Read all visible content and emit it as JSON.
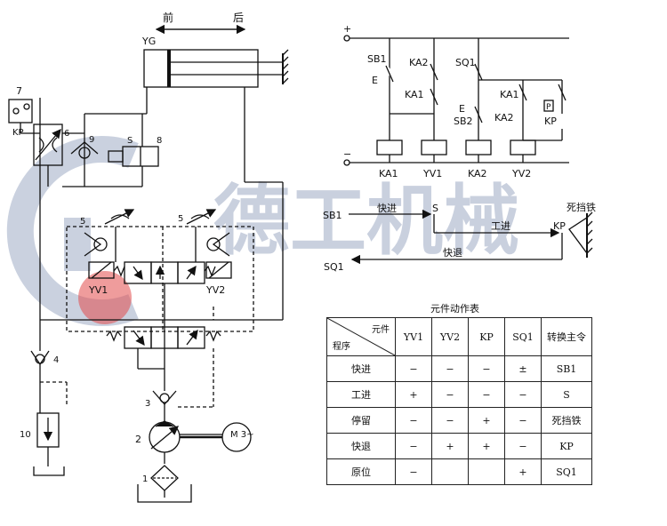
{
  "hydraulic": {
    "dir_front": "前",
    "dir_back": "后",
    "cylinder": "YG",
    "n7": "7",
    "kp": "KP",
    "n6": "6",
    "n9": "9",
    "n8": "8",
    "s": "S",
    "n5a": "5",
    "n5b": "5",
    "yv1": "YV1",
    "yv2": "YV2",
    "n4": "4",
    "n3": "3",
    "n2": "2",
    "n10": "10",
    "n1": "1",
    "motor": "M\n3~"
  },
  "circuit": {
    "plus": "+",
    "minus": "−",
    "sb1": "SB1",
    "ka2_top": "KA2",
    "sq1": "SQ1",
    "ka1_mid": "KA1",
    "e1": "E",
    "e2": "E",
    "sb2": "SB2",
    "ka1_right": "KA1",
    "ka2_right": "KA2",
    "p_box": "P",
    "kp": "KP",
    "coils": [
      "KA1",
      "YV1",
      "KA2",
      "YV2"
    ]
  },
  "cycle": {
    "sb1": "SB1",
    "fast_in": "快进",
    "s": "S",
    "work_in": "工进",
    "stop_iron": "死挡铁",
    "kp": "KP",
    "fast_back": "快退",
    "sq1": "SQ1"
  },
  "watermark": "德工机械",
  "table": {
    "title": "元件动作表",
    "header_top": "元件",
    "header_bottom": "程序",
    "columns": [
      "YV1",
      "YV2",
      "KP",
      "SQ1",
      "转换主令"
    ],
    "rows": [
      {
        "name": "快进",
        "cells": [
          "−",
          "−",
          "−",
          "±",
          "SB1"
        ]
      },
      {
        "name": "工进",
        "cells": [
          "+",
          "−",
          "−",
          "−",
          "S"
        ]
      },
      {
        "name": "停留",
        "cells": [
          "−",
          "−",
          "+",
          "−",
          "死挡铁"
        ]
      },
      {
        "name": "快退",
        "cells": [
          "−",
          "+",
          "+",
          "−",
          "KP"
        ]
      },
      {
        "name": "原位",
        "cells": [
          "−",
          "",
          "",
          "+",
          "SQ1"
        ]
      }
    ]
  }
}
